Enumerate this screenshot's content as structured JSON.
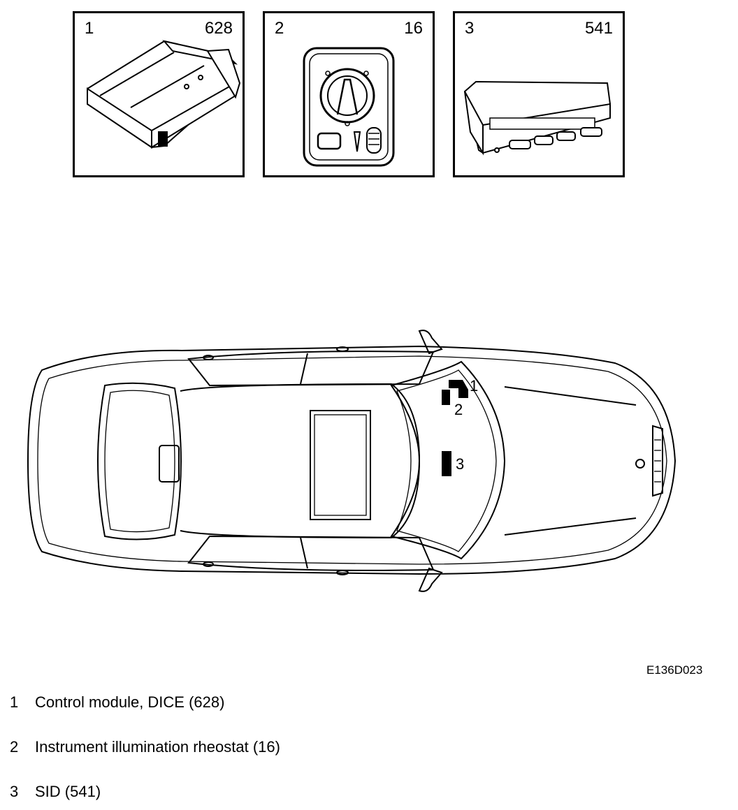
{
  "panels": [
    {
      "number": "1",
      "code": "628"
    },
    {
      "number": "2",
      "code": "16"
    },
    {
      "number": "3",
      "code": "541"
    }
  ],
  "callouts": [
    "1",
    "2",
    "3"
  ],
  "figure_code": "E136D023",
  "legend": [
    {
      "number": "1",
      "text": "Control module, DICE (628)"
    },
    {
      "number": "2",
      "text": "Instrument illumination rheostat (16)"
    },
    {
      "number": "3",
      "text": "SID (541)"
    }
  ]
}
